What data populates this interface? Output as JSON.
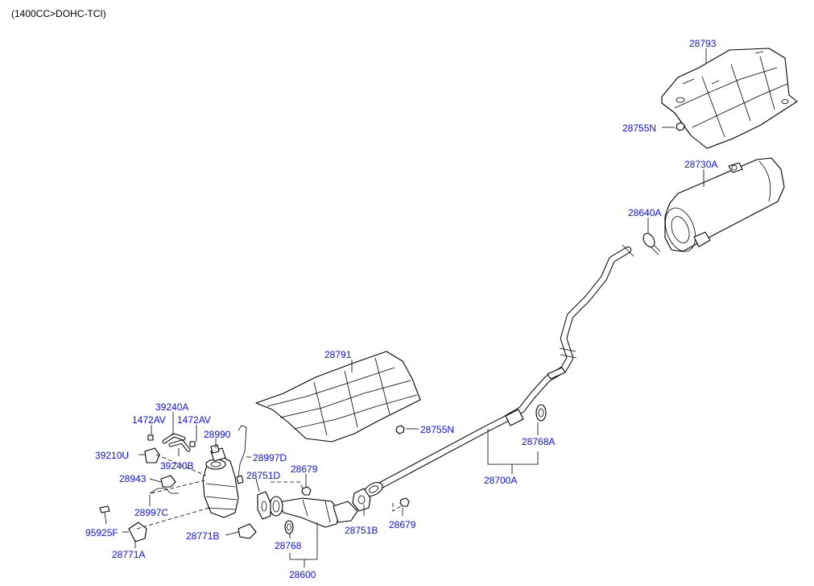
{
  "header": {
    "engine_caption": "(1400CC>DOHC-TCI)"
  },
  "callouts": {
    "p28793": "28793",
    "p28755N_top": "28755N",
    "p28730A": "28730A",
    "p28640A": "28640A",
    "p28791": "28791",
    "p28755N_mid": "28755N",
    "p28768A": "28768A",
    "p28700A": "28700A",
    "p39240A": "39240A",
    "p1472AV_left": "1472AV",
    "p1472AV_right": "1472AV",
    "p39210U": "39210U",
    "p39240B": "39240B",
    "p28990": "28990",
    "p28997D": "28997D",
    "p28943": "28943",
    "p28751D": "28751D",
    "p28679_top": "28679",
    "p28997C": "28997C",
    "p95925F": "95925F",
    "p28771A": "28771A",
    "p28771B": "28771B",
    "p28768": "28768",
    "p28751B": "28751B",
    "p28679_bottom": "28679",
    "p28600": "28600"
  }
}
